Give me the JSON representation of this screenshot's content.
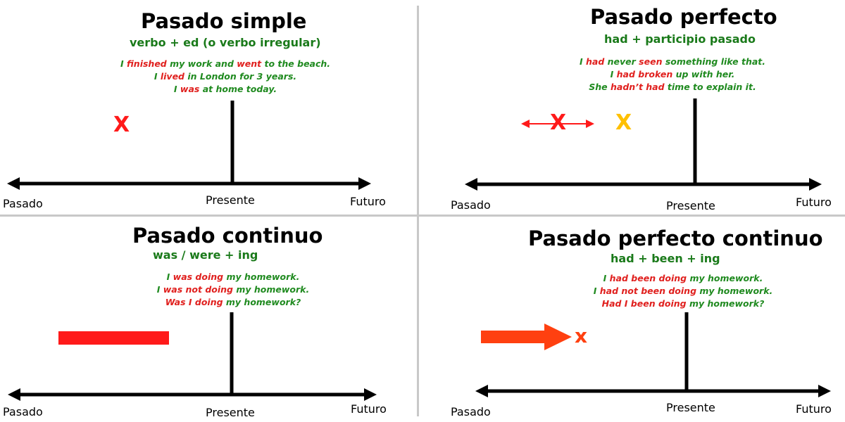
{
  "colors": {
    "title": "#000000",
    "formula_green": "#1a7a1a",
    "example_green": "#1f8a1f",
    "example_red": "#e0201e",
    "marker_red": "#ff1a1a",
    "marker_yellow": "#ffc000",
    "marker_orange": "#ff4010",
    "divider": "#c8c8c8"
  },
  "axis": {
    "past": "Pasado",
    "present": "Presente",
    "future": "Futuro"
  },
  "panels": [
    {
      "id": "pasado-simple",
      "title": "Pasado simple",
      "formula": "verbo + ed (o verbo irregular)",
      "examples": [
        [
          {
            "t": "I ",
            "c": "g"
          },
          {
            "t": "finished",
            "c": "r"
          },
          {
            "t": " my work and ",
            "c": "g"
          },
          {
            "t": "went",
            "c": "r"
          },
          {
            "t": " to the beach.",
            "c": "g"
          }
        ],
        [
          {
            "t": "I ",
            "c": "g"
          },
          {
            "t": "lived",
            "c": "r"
          },
          {
            "t": " in London for 3 years.",
            "c": "g"
          }
        ],
        [
          {
            "t": "I ",
            "c": "g"
          },
          {
            "t": "was",
            "c": "r"
          },
          {
            "t": " at home today.",
            "c": "g"
          }
        ]
      ],
      "marker": {
        "type": "x",
        "symbol": "X",
        "color_key": "marker_red"
      }
    },
    {
      "id": "pasado-perfecto",
      "title": "Pasado perfecto",
      "formula": "had + participio pasado",
      "examples": [
        [
          {
            "t": "I ",
            "c": "g"
          },
          {
            "t": "had",
            "c": "r"
          },
          {
            "t": " never ",
            "c": "g"
          },
          {
            "t": "seen",
            "c": "r"
          },
          {
            "t": " something like that.",
            "c": "g"
          }
        ],
        [
          {
            "t": "I ",
            "c": "g"
          },
          {
            "t": "had broken",
            "c": "r"
          },
          {
            "t": " up with her.",
            "c": "g"
          }
        ],
        [
          {
            "t": "She ",
            "c": "g"
          },
          {
            "t": "hadn’t had",
            "c": "r"
          },
          {
            "t": " time to explain it.",
            "c": "g"
          }
        ]
      ],
      "marker": {
        "type": "double-x",
        "symbol": "X",
        "symbol2": "X",
        "color_key": "marker_red",
        "color2_key": "marker_yellow"
      }
    },
    {
      "id": "pasado-continuo",
      "title": "Pasado continuo",
      "formula": "was / were + ing",
      "examples": [
        [
          {
            "t": "I ",
            "c": "g"
          },
          {
            "t": "was doing",
            "c": "r"
          },
          {
            "t": " my homework.",
            "c": "g"
          }
        ],
        [
          {
            "t": "I ",
            "c": "g"
          },
          {
            "t": "was not doing",
            "c": "r"
          },
          {
            "t": " my homework.",
            "c": "g"
          }
        ],
        [
          {
            "t": "Was I doing",
            "c": "r"
          },
          {
            "t": " my homework?",
            "c": "g"
          }
        ]
      ],
      "marker": {
        "type": "bar",
        "color_key": "marker_red"
      }
    },
    {
      "id": "pasado-perfecto-continuo",
      "title": "Pasado perfecto continuo",
      "formula": "had + been + ing",
      "examples": [
        [
          {
            "t": "I ",
            "c": "g"
          },
          {
            "t": "had been doing",
            "c": "r"
          },
          {
            "t": " my homework.",
            "c": "g"
          }
        ],
        [
          {
            "t": "I ",
            "c": "g"
          },
          {
            "t": "had not been doing",
            "c": "r"
          },
          {
            "t": " my homework.",
            "c": "g"
          }
        ],
        [
          {
            "t": "Had I been doing",
            "c": "r"
          },
          {
            "t": " my homework?",
            "c": "g"
          }
        ]
      ],
      "marker": {
        "type": "arrow-x",
        "symbol": "x",
        "color_key": "marker_orange"
      }
    }
  ]
}
